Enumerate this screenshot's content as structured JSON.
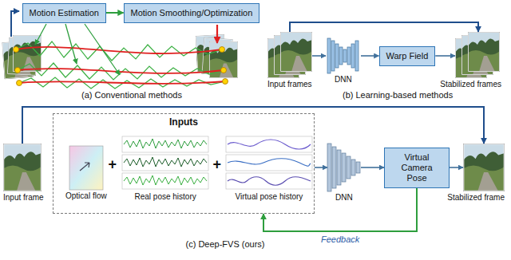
{
  "diagram": {
    "nodes": [
      {
        "text": [
          "Motion Estimation"
        ]
      },
      {
        "text": [
          "Motion Smoothing/Optimization"
        ]
      },
      {
        "text": [
          "Input frames"
        ]
      },
      {
        "text": [
          "DNN"
        ]
      },
      {
        "text": [
          "Warp Field"
        ]
      },
      {
        "text": [
          "Stabilized frames"
        ]
      },
      {
        "text": [
          "Input frame"
        ]
      },
      {
        "text": [
          "Inputs"
        ]
      },
      {
        "text": [
          "Optical flow"
        ],
        "in": 7
      },
      {
        "text": [
          "Real pose history"
        ],
        "in": 7
      },
      {
        "text": [
          "Virtual pose history"
        ],
        "in": 7
      },
      {
        "text": [
          "DNN"
        ]
      },
      {
        "text": [
          "Virtual Camera Pose"
        ]
      },
      {
        "text": [
          "Stabilized frame"
        ]
      }
    ],
    "edges": [
      {
        "from": 0,
        "to": 1,
        "arrow": "to"
      },
      {
        "from": 2,
        "to": 3,
        "arrow": "to"
      },
      {
        "from": 3,
        "to": 4,
        "arrow": "to"
      },
      {
        "from": 4,
        "to": 5,
        "arrow": "to"
      },
      {
        "from": 2,
        "to": 5,
        "arrow": "to"
      },
      {
        "from": 6,
        "to": 13,
        "arrow": "to"
      },
      {
        "from": 7,
        "to": 11,
        "arrow": "to"
      },
      {
        "from": 11,
        "to": 12,
        "arrow": "to"
      },
      {
        "from": 12,
        "to": 13,
        "arrow": "to"
      },
      {
        "from": 12,
        "to": 7,
        "label": "Feedback",
        "arrow": "to"
      }
    ],
    "labels": [
      "(a) Conventional methods",
      "(b) Learning-based methods",
      "(c) Deep-FVS (ours)",
      "+",
      "+"
    ]
  }
}
